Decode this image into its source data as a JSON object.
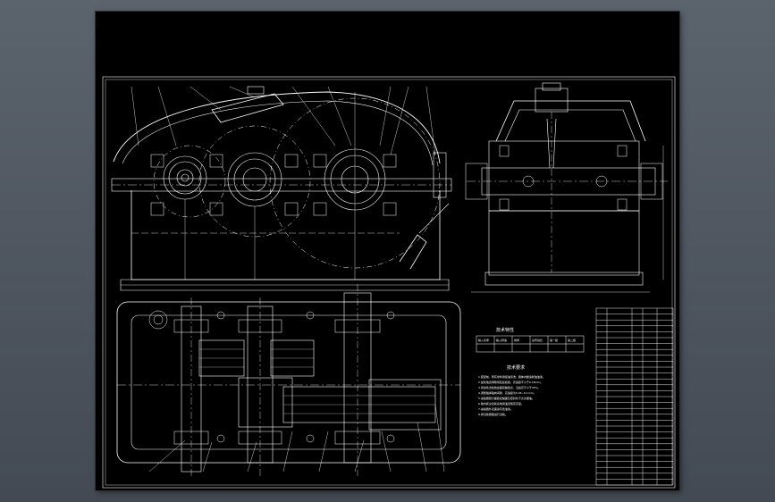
{
  "drawing": {
    "spec_table": {
      "title": "技术特性",
      "headers": [
        "输入功率",
        "输入转速",
        "效率",
        "总传动比",
        "第一级",
        "第二级"
      ]
    },
    "requirements": {
      "title": "技术要求",
      "lines": [
        "1.装配前，所有零件用煤油清洗，箱体内壁涂耐油油漆。",
        "2.齿轮啮合侧隙用铅丝检验，高速级不小于0.16mm。",
        "3.用涂色法检验齿面接触斑点，沿齿高不小于45%。",
        "4.调整轴承轴向间隙，高速级为0.05~0.1mm。",
        "5.减速器剖分面各接触面及密封处不允许漏油。",
        "6.箱内装全损耗系统用油至规定高度。",
        "7.减速器外表面涂灰色油漆。",
        "8.按试验规程进行试验。"
      ]
    },
    "title_block": {
      "rows": 30
    }
  },
  "colors": {
    "line": "#ffffff",
    "canvas": "#000000",
    "desktop": "#4a525c"
  }
}
